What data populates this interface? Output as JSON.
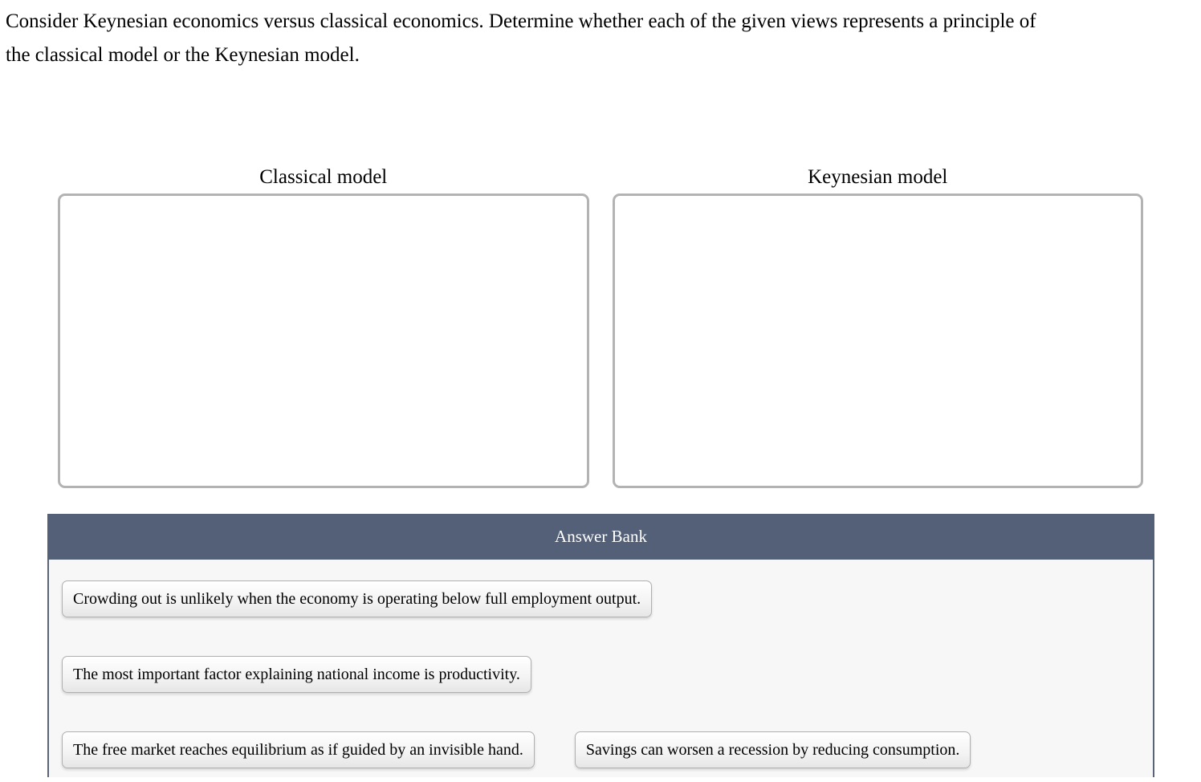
{
  "question": {
    "lines": [
      "Consider Keynesian economics versus classical economics. Determine whether each of the given views represents a principle of",
      "the classical model or the Keynesian model."
    ]
  },
  "categories": [
    {
      "label": "Classical model"
    },
    {
      "label": "Keynesian model"
    }
  ],
  "answer_bank": {
    "title": "Answer Bank",
    "items": [
      "Crowding out is unlikely when the economy is operating below full employment output.",
      "The most important factor explaining national income is productivity.",
      "The free market reaches equilibrium as if guided by an invisible hand.",
      "Savings can worsen a recession by reducing consumption."
    ]
  },
  "colors": {
    "bank_header_bg": "#546077",
    "bank_header_text": "#ffffff",
    "bank_body_bg": "#f7f7f7",
    "bank_border": "#5a6479",
    "item_border": "#b0b0b0",
    "dropzone_border": "#b3b3b3",
    "text_color": "#000000"
  }
}
